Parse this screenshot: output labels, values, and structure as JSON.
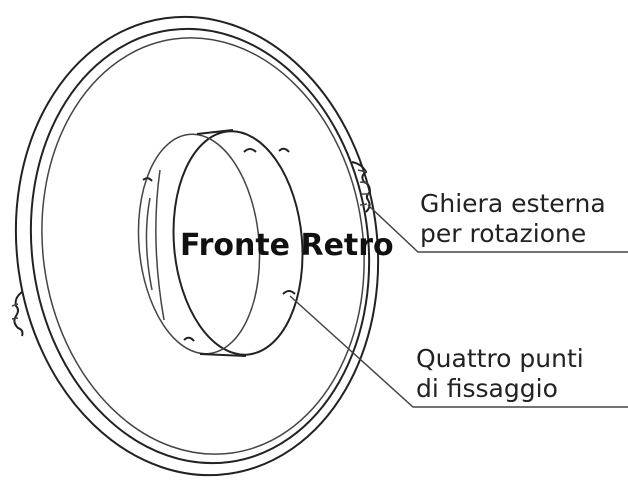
{
  "diagram": {
    "center_label": "Fronte Retro",
    "callouts": [
      {
        "lines": [
          "Ghiera esterna",
          "per rotazione"
        ]
      },
      {
        "lines": [
          "Quattro punti",
          "di fissaggio"
        ]
      }
    ]
  },
  "colors": {
    "line": "#222222",
    "background": "#ffffff"
  }
}
